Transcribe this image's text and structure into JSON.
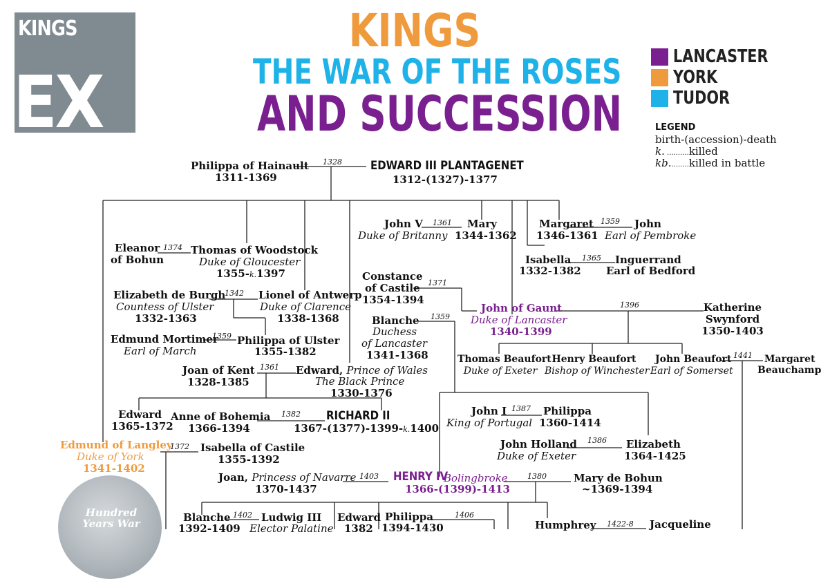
{
  "logo": {
    "small": "KINGS",
    "big": "EX"
  },
  "title": {
    "line1": "KINGS",
    "line2": "THE WAR OF THE ROSES",
    "line3": "AND SUCCESSION"
  },
  "houses": [
    {
      "label": "LANCASTER",
      "color": "#7a1f8f"
    },
    {
      "label": "YORK",
      "color": "#ef9a3c"
    },
    {
      "label": "TUDOR",
      "color": "#1fb2e8"
    }
  ],
  "legend": {
    "heading": "LEGEND",
    "line1": "birth-(accession)-death",
    "k_key": "k.",
    "k_dots": " ..........",
    "k_val": "killed",
    "kb_key": "kb.",
    "kb_dots": "........",
    "kb_val": "killed in battle"
  },
  "people": {
    "philippa_hainault": {
      "name": "Philippa of Hainault",
      "dates": "1311-1369"
    },
    "edward3": {
      "name": "EDWARD III PLANTAGENET",
      "dates": "1312-(1327)-1377"
    },
    "john_v": {
      "name": "John V",
      "title": "Duke of Britanny"
    },
    "mary": {
      "name": "Mary",
      "dates": "1344-1362"
    },
    "margaret": {
      "name": "Margaret",
      "dates": "1346-1361"
    },
    "john_pembroke": {
      "name": "John",
      "title": "Earl of Pembroke"
    },
    "eleanor_bohun": {
      "name1": "Eleanor",
      "name2": "of Bohun"
    },
    "thomas_woodstock": {
      "name": "Thomas of Woodstock",
      "title": "Duke of Gloucester",
      "d1": "1355-",
      "k": "k.",
      "d2": "1397"
    },
    "isabella": {
      "name": "Isabella",
      "dates": "1332-1382"
    },
    "inguerrand": {
      "name": "Inguerrand",
      "title": "Earl of Bedford"
    },
    "elizabeth_burgh": {
      "name": "Elizabeth de Burgh",
      "title": "Countess of Ulster",
      "dates": "1332-1363"
    },
    "lionel": {
      "name": "Lionel of Antwerp",
      "title": "Duke of Clarence",
      "dates": "1338-1368"
    },
    "constance": {
      "name1": "Constance",
      "name2": "of Castile",
      "dates": "1354-1394"
    },
    "john_gaunt": {
      "name": "John of Gaunt",
      "title": "Duke of Lancaster",
      "dates": "1340-1399"
    },
    "katherine": {
      "name1": "Katherine",
      "name2": "Swynford",
      "dates": "1350-1403"
    },
    "edmund_mortimer": {
      "name": "Edmund Mortimer",
      "title": "Earl of March"
    },
    "philippa_ulster": {
      "name": "Philippa of Ulster",
      "dates": "1355-1382"
    },
    "blanche_lanc": {
      "name": "Blanche",
      "t1": "Duchess",
      "t2": "of Lancaster",
      "dates": "1341-1368"
    },
    "joan_kent": {
      "name": "Joan of Kent",
      "dates": "1328-1385"
    },
    "edward_bp": {
      "name": "Edward,",
      "title1": "Prince of Wales",
      "title2": "The Black Prince",
      "dates": "1330-1376"
    },
    "thomas_beaufort": {
      "name": "Thomas Beaufort",
      "title": "Duke of Exeter"
    },
    "henry_beaufort": {
      "name": "Henry Beaufort",
      "title": "Bishop of Winchester"
    },
    "john_beaufort": {
      "name": "John Beaufort",
      "title": "Earl of Somerset"
    },
    "margaret_beauchamp": {
      "name1": "Margaret",
      "name2": "Beauchamp"
    },
    "edward_son": {
      "name": "Edward",
      "dates": "1365-1372"
    },
    "anne_bohemia": {
      "name": "Anne of Bohemia",
      "dates": "1366-1394"
    },
    "richard2": {
      "name": "RICHARD II",
      "d1": "1367-(1377)-1399-",
      "k": "k.",
      "d2": "1400"
    },
    "john1_portugal": {
      "name": "John I",
      "title": "King of Portugal"
    },
    "philippa_l": {
      "name": "Philippa",
      "dates": "1360-1414"
    },
    "edmund_langley": {
      "name": "Edmund of Langley",
      "title": "Duke of York",
      "dates": "1341-1402"
    },
    "isabella_castile": {
      "name": "Isabella of Castile",
      "dates": "1355-1392"
    },
    "john_holland": {
      "name": "John Holland",
      "title": "Duke of Exeter"
    },
    "elizabeth_l": {
      "name": "Elizabeth",
      "dates": "1364-1425"
    },
    "joan_navarre": {
      "name": "Joan,",
      "title": "Princess of Navarre",
      "dates": "1370-1437"
    },
    "henry4": {
      "name": "HENRY IV",
      "title": "Bolingbroke",
      "dates": "1366-(1399)-1413"
    },
    "mary_bohun": {
      "name": "Mary de Bohun",
      "dates": "~1369-1394"
    },
    "blanche_b": {
      "name": "Blanche",
      "dates": "1392-1409"
    },
    "ludwig": {
      "name": "Ludwig III",
      "title": "Elector Palatine"
    },
    "edward_b": {
      "name": "Edward",
      "dates": "1382"
    },
    "philippa_b": {
      "name": "Philippa",
      "dates": "1394-1430"
    },
    "humphrey": {
      "name": "Humphrey"
    },
    "jacqueline": {
      "name": "Jacqueline"
    }
  },
  "marriages": {
    "m1328": "1328",
    "m1361a": "1361",
    "m1359a": "1359",
    "m1374": "1374",
    "m1365": "1365",
    "m1342": "1342",
    "m1371": "1371",
    "m1396": "1396",
    "m1359b": "1359",
    "m1359c": "1359",
    "m1361b": "1361",
    "m1441": "1441",
    "m1382": "1382",
    "m1387": "1387",
    "m1372": "1372",
    "m1386": "1386",
    "m1403": "1403",
    "m1380": "1380",
    "m1402": "1402",
    "m1406": "1406",
    "m1422": "1422-8"
  },
  "hundred_years_war": {
    "line1": "Hundred",
    "line2": "Years War"
  }
}
